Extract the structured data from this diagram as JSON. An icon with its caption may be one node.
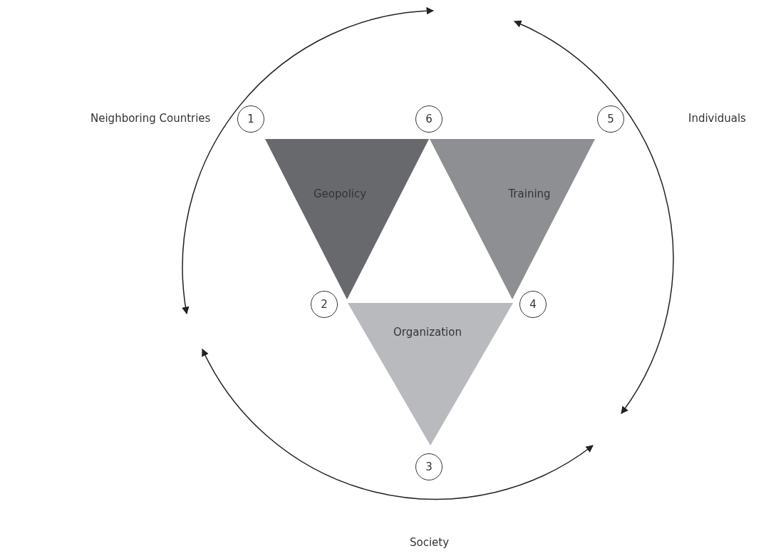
{
  "diagram": {
    "nodes": [
      {
        "text": [
          "1"
        ]
      },
      {
        "text": [
          "6"
        ]
      },
      {
        "text": [
          "5"
        ]
      },
      {
        "text": [
          "Geopolicy"
        ]
      },
      {
        "text": [
          "Training"
        ]
      },
      {
        "text": [
          "2"
        ]
      },
      {
        "text": [
          "4"
        ]
      },
      {
        "text": [
          "Organization"
        ]
      },
      {
        "text": [
          "3"
        ]
      }
    ],
    "labels": [
      "Neighboring Countries",
      "Individuals",
      "Society"
    ]
  }
}
